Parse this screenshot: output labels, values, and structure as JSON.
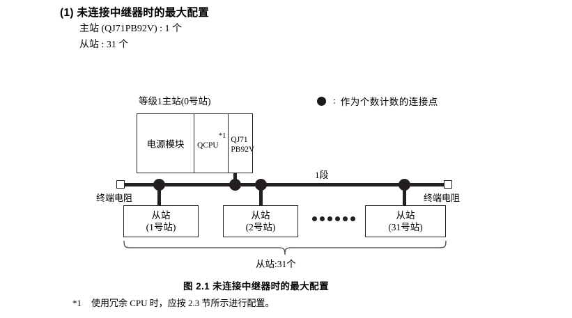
{
  "heading": {
    "title": "(1) 未连接中继器时的最大配置",
    "line1": "主站 (QJ71PB92V) : 1 个",
    "line2": "从站 : 31 个"
  },
  "legend": {
    "colon": ":",
    "text": "作为个数计数的连接点"
  },
  "master": {
    "label": "等级1主站(0号站)",
    "cells": {
      "power": "电源模块",
      "cpu": "QCPU",
      "cpu_note": "*1",
      "network_line1": "QJ71",
      "network_line2": "PB92V"
    }
  },
  "bus": {
    "segment_label": "1段",
    "terminator_left": "终端电阻",
    "terminator_right": "终端电阻"
  },
  "slaves": [
    {
      "name": "从站",
      "station": "(1号站)"
    },
    {
      "name": "从站",
      "station": "(2号站)"
    },
    {
      "name": "从站",
      "station": "(31号站)"
    }
  ],
  "brace_label": "从站:31个",
  "caption": "图 2.1  未连接中继器时的最大配置",
  "footnote": {
    "mark": "*1",
    "text": "使用冗余 CPU 时，应按 2.3 节所示进行配置。"
  },
  "colors": {
    "ink": "#231f20",
    "background": "#ffffff"
  }
}
